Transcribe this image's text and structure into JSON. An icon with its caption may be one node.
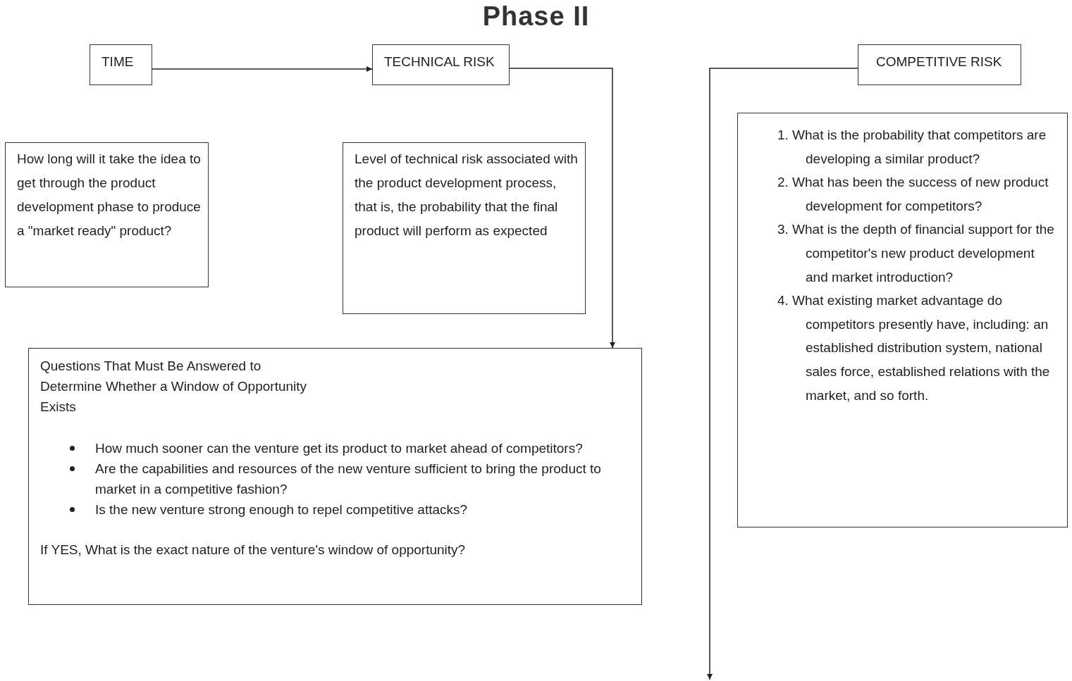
{
  "diagram": {
    "title": "Phase II",
    "nodes": [
      {
        "text": [
          "TIME"
        ]
      },
      {
        "text": [
          "TECHNICAL RISK"
        ]
      },
      {
        "text": [
          "COMPETITIVE RISK"
        ]
      },
      {
        "text": [
          "How long will it take the idea to get through the product development phase to produce a \"market ready\" product?"
        ]
      },
      {
        "text": [
          "Level of technical risk associated with the product development process, that is, the probability that the final product will perform as expected"
        ]
      },
      {
        "text": [
          "Questions That Must Be Answered to Determine Whether a Window of Opportunity Exists",
          "How much sooner can the venture get its product to market ahead of competitors?",
          "Are the capabilities and resources of the new venture sufficient to bring the product to market in a competitive fashion?",
          "Is the new venture strong enough to repel competitive attacks?",
          "If YES, What is the exact nature of the venture's window of opportunity?"
        ]
      },
      {
        "text": [
          "1. What is the probability that competitors are developing a similar product?",
          "2. What has been the success of new product development for competitors?",
          "3. What is the depth of financial support for the competitor's new product development and market introduction?",
          "4. What existing market advantage do competitors presently have, including: an established distribution system, national sales force, established relations with the market, and so forth."
        ]
      }
    ],
    "edges": [
      {
        "from": 0,
        "to": 1,
        "arrow": "to"
      },
      {
        "from": 1,
        "to": 5,
        "arrow": "to"
      },
      {
        "from": 2,
        "to": null,
        "arrow": "to"
      }
    ]
  }
}
